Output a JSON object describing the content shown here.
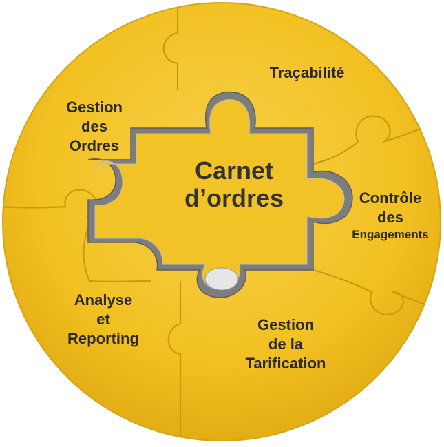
{
  "center": {
    "line1": "Carnet",
    "line2": "d’ordres"
  },
  "pieces": {
    "tracabilite": {
      "line1": "Traçabilité"
    },
    "gestion_ordres": {
      "line1": "Gestion",
      "line2": "des",
      "line3": "Ordres"
    },
    "controle": {
      "line1": "Contrôle",
      "line2": "des",
      "line3": "Engagements"
    },
    "analyse": {
      "line1": "Analyse",
      "line2": "et",
      "line3": "Reporting"
    },
    "tarification": {
      "line1": "Gestion",
      "line2": "de la",
      "line3": "Tarification"
    }
  },
  "colors": {
    "disc": "#f2c021",
    "disc_highlight": "#f7d04a",
    "piece_lines": "#c89a12",
    "hole_fill": "#f4c630",
    "hole_wall": "#8c8c8c",
    "text": "#2a2a2a"
  }
}
